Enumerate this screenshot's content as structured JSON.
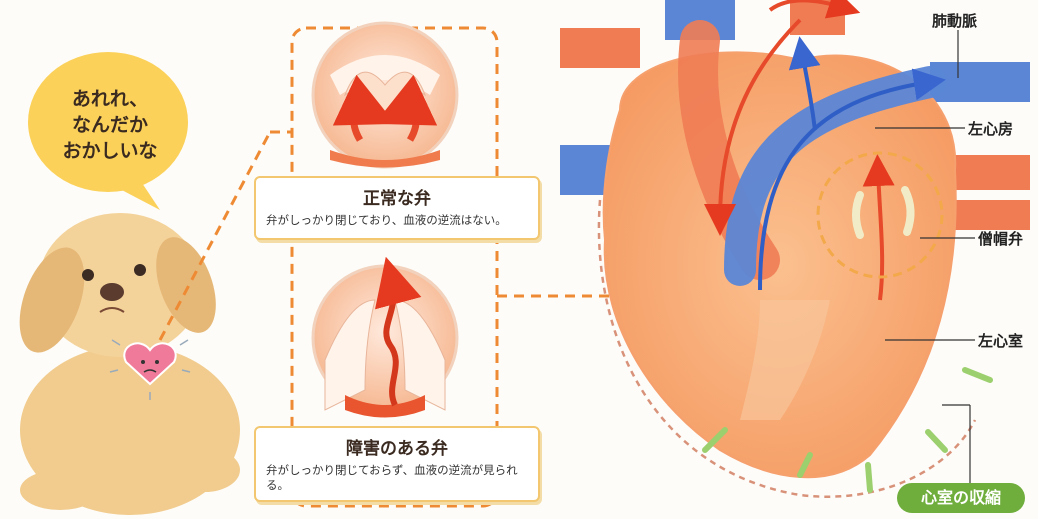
{
  "speech_bubble": "あれれ、\nなんだか\nおかしいな",
  "normal_valve": {
    "title": "正常な弁",
    "description": "弁がしっかり閉じており、血液の逆流はない。"
  },
  "abnormal_valve": {
    "title": "障害のある弁",
    "description": "弁がしっかり閉じておらず、血液の逆流が見られる。"
  },
  "labels": {
    "pulmonary_vein": "肺動脈",
    "left_atrium": "左心房",
    "mitral_valve": "僧帽弁",
    "left_ventricle": "左心室"
  },
  "contraction_badge": "心室の収縮",
  "colors": {
    "dashed_line": "#ee8a33",
    "artery_red": "#e24a2a",
    "vein_blue": "#5b86d6",
    "heart_orange": "#f7a36b",
    "badge_green": "#6fae3c",
    "bubble_yellow": "#fbd15a"
  }
}
